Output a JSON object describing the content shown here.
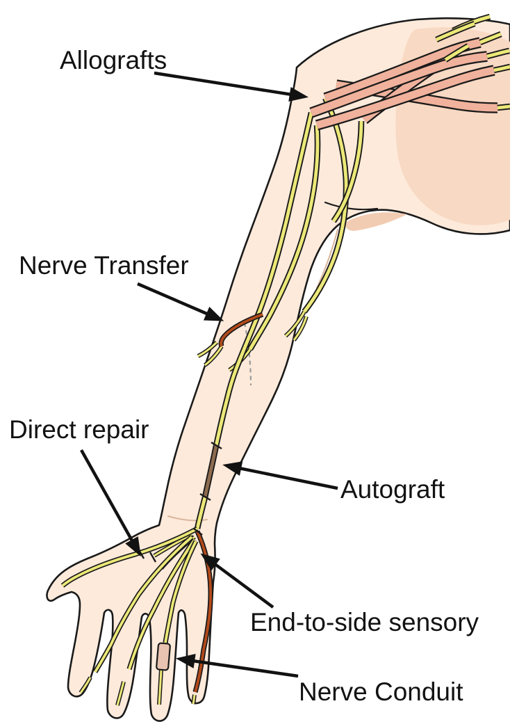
{
  "figure": {
    "description": "Illustration of a human arm showing sites of peripheral nerve repair techniques",
    "labels": {
      "allografts": "Allografts",
      "nerve_transfer": "Nerve Transfer",
      "direct_repair": "Direct repair",
      "autograft": "Autograft",
      "end_to_side": "End-to-side sensory",
      "nerve_conduit": "Nerve Conduit"
    },
    "colors": {
      "background": "#ffffff",
      "skin": "#fdeadb",
      "skin_shade": "#f8d9c3",
      "armpit_shade": "#f2ccb2",
      "nerve_yellow": "#ece878",
      "allograft_pink": "#f0b29c",
      "repair_red": "#b24a1a",
      "autograft_brown": "#8d6b4f",
      "conduit_pink": "#e9c3b1",
      "outline": "#1a1a1a",
      "text": "#121212"
    }
  }
}
